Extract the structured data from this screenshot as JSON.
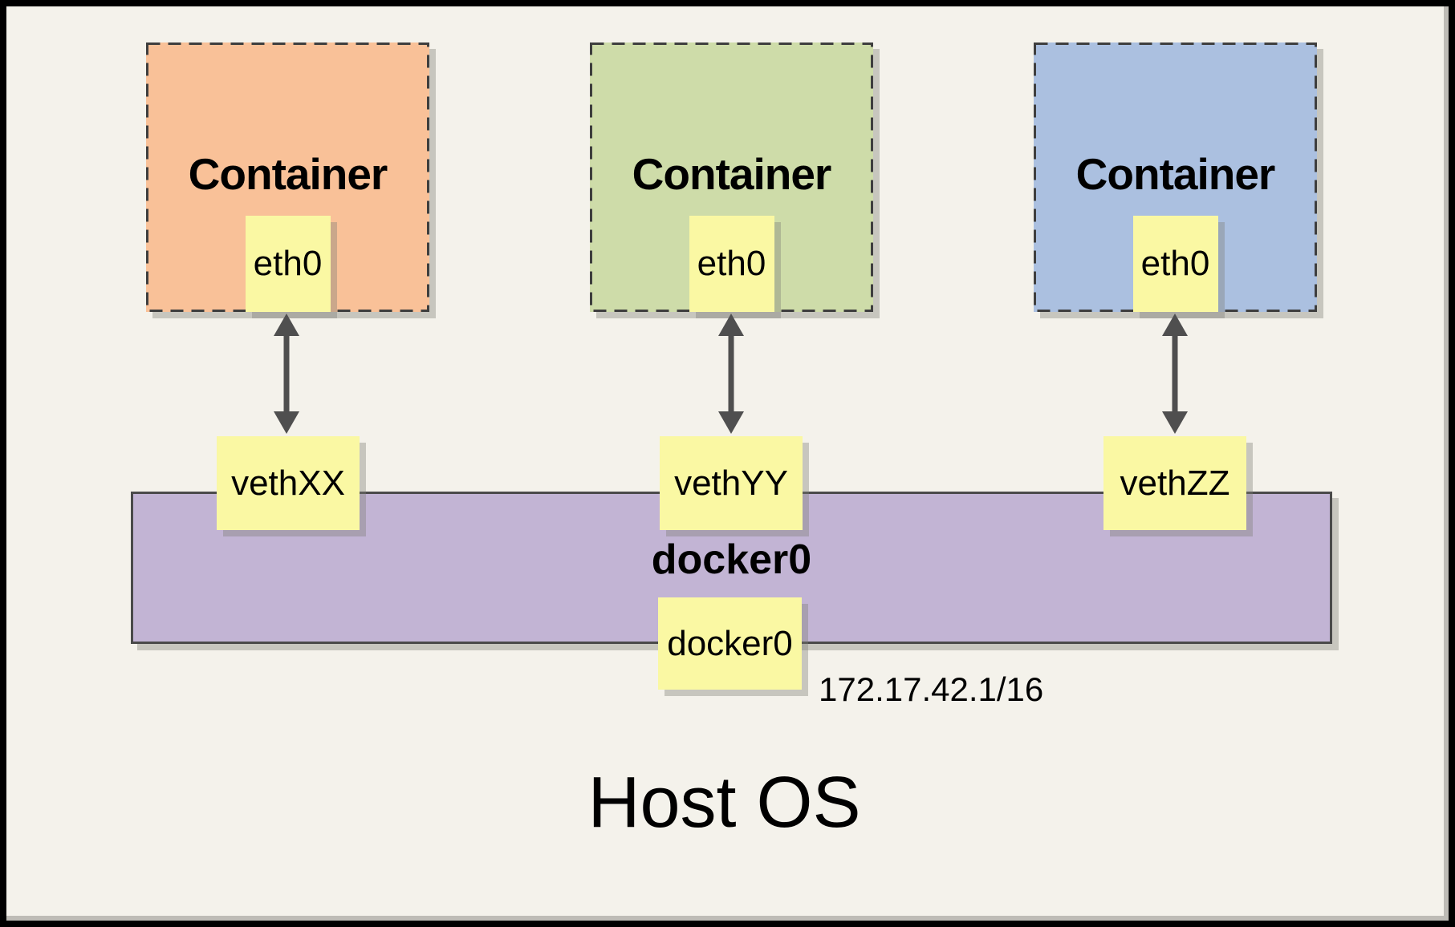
{
  "diagram": {
    "host_title": "Host OS",
    "containers": [
      {
        "label": "Container",
        "interface": "eth0",
        "veth": "vethXX",
        "fill": "#F9C198"
      },
      {
        "label": "Container",
        "interface": "eth0",
        "veth": "vethYY",
        "fill": "#CEDCA9"
      },
      {
        "label": "Container",
        "interface": "eth0",
        "veth": "vethZZ",
        "fill": "#ABC0E0"
      }
    ],
    "bridge": {
      "label": "docker0",
      "interface": "docker0",
      "ip": "172.17.42.1/16",
      "fill": "#C2B4D4"
    },
    "palette": {
      "note_fill": "#FAF8A3",
      "background": "#F4F2EB",
      "dash_border": "#3E3E3E",
      "arrow": "#4F4F4F"
    }
  }
}
